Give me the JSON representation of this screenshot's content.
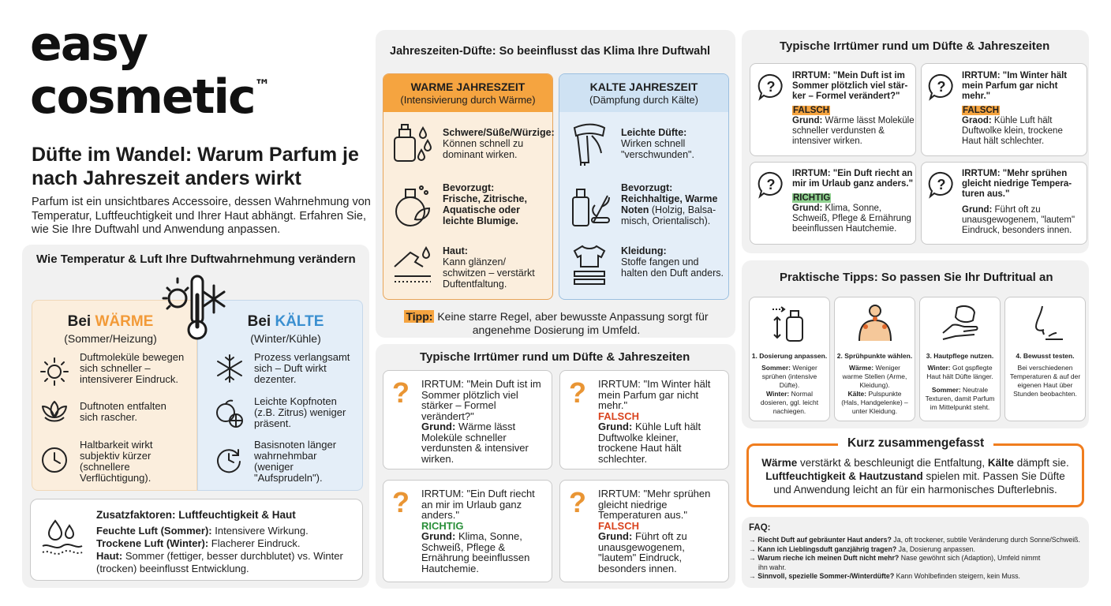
{
  "brand": {
    "line1": "easy",
    "line2": "cosmetic",
    "tm": "™"
  },
  "intro": {
    "title_line1": "Düfte im Wandel: Warum Parfum je",
    "title_line2": "nach Jahreszeit anders wirkt",
    "lead_line1": "Parfum ist ein unsichtbares Accessoire, dessen Wahrnehmung von",
    "lead_line2": "Temperatur, Luftfeuchtigkeit und Ihrer Haut abhängt. Erfahren Sie,",
    "lead_line3": "wie Sie Ihre Duftwahl und Anwendung anpassen."
  },
  "temperature": {
    "title": "Wie Temperatur & Luft Ihre Duftwahrnehmung verändern",
    "warm": {
      "prefix": "Bei ",
      "word": "WÄRME",
      "sub": "(Sommer/Heizung)",
      "items": [
        {
          "l1": "Duftmoleküle bewegen",
          "l2": "sich schneller –",
          "l3": "intensiverer Eindruck.",
          "l4": ""
        },
        {
          "l1": "Duftnoten entfalten",
          "l2": "sich rascher.",
          "l3": "",
          "l4": ""
        },
        {
          "l1": "Haltbarkeit wirkt",
          "l2": "subjektiv kürzer",
          "l3": "(schnellere",
          "l4": "Verflüchtigung)."
        }
      ]
    },
    "cold": {
      "prefix": "Bei ",
      "word": "KÄLTE",
      "sub": "(Winter/Kühle)",
      "items": [
        {
          "l1": "Prozess verlangsamt",
          "l2": "sich – Duft wirkt",
          "l3": "dezenter.",
          "l4": ""
        },
        {
          "l1": "Leichte Kopfnoten",
          "l2": "(z.B. Zitrus) weniger",
          "l3": "präsent.",
          "l4": ""
        },
        {
          "l1": "Basisnoten länger",
          "l2": "wahrnehmbar",
          "l3": "(weniger",
          "l4": "\"Aufsprudeln\")."
        }
      ]
    }
  },
  "zusatz": {
    "title": "Zusatzfaktoren: Luftfeuchtigkeit & Haut",
    "r1_b": "Feuchte Luft (Sommer):",
    "r1_t": " Intensivere Wirkung.",
    "r2_b": "Trockene Luft (Winter):",
    "r2_t": " Flacherer Eindruck.",
    "r3_b": "Haut:",
    "r3_t": " Sommer (fettiger, besser durchblutet) vs. Winter",
    "r3_t2": "(trocken) beeinflusst Entwicklung."
  },
  "seasons": {
    "title": "Jahreszeiten-Düfte: So beeinflusst das Klima Ihre Duftwahl",
    "warm": {
      "head": "WARME JAHRESZEIT",
      "sub": "(Intensivierung durch Wärme)",
      "i1_b": "Schwere/Süße/Würzige:",
      "i1_l2": "Können schnell zu",
      "i1_l3": "dominant wirken.",
      "i2_b": "Bevorzugt:",
      "i2_l2": "Frische, Zitrische,",
      "i2_l3": "Aquatische oder",
      "i2_l4": "leichte Blumige.",
      "i3_b": "Haut:",
      "i3_l2": "Kann glänzen/",
      "i3_l3": "schwitzen – verstärkt",
      "i3_l4": "Duftentfaltung."
    },
    "cold": {
      "head": "KALTE JAHRESZEIT",
      "sub": "(Dämpfung durch Kälte)",
      "i1_b": "Leichte Düfte:",
      "i1_l2": "Wirken schnell",
      "i1_l3": "\"verschwunden\".",
      "i2_b": "Bevorzugt:",
      "i2_l2": "Reichhaltige, Warme",
      "i2_l3b": "Noten",
      "i2_l3": " (Holzig, Balsa-",
      "i2_l4": "misch, Orientalisch).",
      "i3_b": "Kleidung:",
      "i3_l2": "Stoffe fangen und",
      "i3_l3": "halten den Duft anders."
    },
    "tip_label": "Tipp:",
    "tip_l1": " Keine starre Regel, aber bewusste Anpassung sorgt für",
    "tip_l2": "angenehme Dosierung im Umfeld."
  },
  "myths_mid": {
    "title": "Typische Irrtümer rund um Düfte & Jahreszeiten",
    "cards": [
      {
        "lines": [
          "IRRTUM: \"Mein Duft ist im",
          "Sommer plötzlich viel",
          "stärker – Formel",
          "verändert?\""
        ],
        "verdict": "",
        "grund_b": "Grund:",
        "grund_lines": [
          " Wärme lässt",
          "Moleküle schneller",
          "verdunsten & intensiver",
          "wirken."
        ]
      },
      {
        "lines": [
          "IRRTUM: \"Im Winter hält",
          "mein Parfum gar nicht",
          "mehr.\""
        ],
        "verdict": "FALSCH",
        "grund_b": "Grund:",
        "grund_lines": [
          " Kühle Luft hält",
          "Duftwolke kleiner,",
          "trockene Haut hält",
          "schlechter."
        ]
      },
      {
        "lines": [
          "IRRTUM: \"Ein Duft riecht",
          "an mir im Urlaub ganz",
          "anders.\""
        ],
        "verdict": "RICHTIG",
        "grund_b": "Grund:",
        "grund_lines": [
          " Klima, Sonne,",
          "Schweiß, Pflege &",
          "Ernährung beeinflussen",
          "Hautchemie."
        ]
      },
      {
        "lines": [
          "IRRTUM: \"Mehr sprühen",
          "gleicht niedrige",
          "Temperaturen aus.\""
        ],
        "verdict": "FALSCH",
        "grund_b": "Grund:",
        "grund_lines": [
          " Führt oft zu",
          "unausgewogenem,",
          "\"lautem\" Eindruck,",
          "besonders innen."
        ]
      }
    ]
  },
  "myths_right": {
    "title": "Typische Irrtümer rund um Düfte & Jahreszeiten",
    "cards": [
      {
        "lines": [
          "IRRTUM: \"Mein Duft ist im",
          "Sommer plötzlich viel stär-",
          "ker – Formel verändert?\""
        ],
        "verdict": "FALSCH",
        "grund_b": "Grund:",
        "grund_lines": [
          " Wärme lässt Moleküle",
          "schneller verdunsten &",
          "intensiver wirken."
        ]
      },
      {
        "lines": [
          "IRRTUM: \"Im Winter hält",
          "mein Parfum gar nicht",
          "mehr.\""
        ],
        "verdict": "FALSCH",
        "grund_b": "Graod:",
        "grund_lines": [
          " Kühle Luft hält",
          "Duftwolke klein, trockene",
          "Haut hält schlechter."
        ]
      },
      {
        "lines": [
          "IRRTUM: \"Ein Duft riecht an",
          "mir im Urlaub ganz anders.\""
        ],
        "verdict": "RICHTIG",
        "grund_b": "Grund:",
        "grund_lines": [
          " Klima, Sonne,",
          "Schweiß, Pflege & Ernährung",
          "beeinflussen Hautchemie."
        ]
      },
      {
        "lines": [
          "IRRTUM: \"Mehr sprühen",
          "gleicht niedrige Tempera-",
          "turen aus.\""
        ],
        "verdict": "",
        "grund_b": "Grund:",
        "grund_lines": [
          " Führt oft zu",
          "unausgewogenem, \"lautem\"",
          "Eindruck, besonders innen."
        ]
      }
    ]
  },
  "tips": {
    "title": "Praktische Tipps: So passen Sie Ihr Duftritual an",
    "cards": [
      {
        "title": "1. Dosierung anpassen.",
        "lines": [
          [
            "Sommer:",
            " Weniger"
          ],
          [
            "",
            "sprühen (intensive"
          ],
          [
            "",
            "Düfte)."
          ],
          [
            "Winter:",
            " Normal"
          ],
          [
            "",
            "dosieren, ggl. leicht"
          ],
          [
            "",
            "nachiegen."
          ]
        ]
      },
      {
        "title": "2. Sprühpunkte wählen.",
        "lines": [
          [
            "Wärme:",
            " Weniger"
          ],
          [
            "",
            "warme Stellen (Arme,"
          ],
          [
            "",
            "Kleidung)."
          ],
          [
            "Kälte:",
            " Pulspunkte"
          ],
          [
            "",
            "(Hals, Handgelenke) –"
          ],
          [
            "",
            "unter Kleidung."
          ]
        ]
      },
      {
        "title": "3. Hautpflege nutzen.",
        "lines": [
          [
            "Winter:",
            " Got gspflegte"
          ],
          [
            "",
            "Haut hält Düfte länger."
          ],
          [
            "",
            ""
          ],
          [
            "Sommer:",
            " Neutrale"
          ],
          [
            "",
            "Texturen, damit Parfum"
          ],
          [
            "",
            "im Mittelpunkt steht."
          ]
        ]
      },
      {
        "title": "4. Bewusst testen.",
        "lines": [
          [
            "",
            "Bei verschiedenen"
          ],
          [
            "",
            "Temperaturen & auf der"
          ],
          [
            "",
            "eigenen Haut über"
          ],
          [
            "",
            "Stunden beobachten."
          ]
        ]
      }
    ]
  },
  "summary": {
    "title": "Kurz zusammengefasst",
    "l1_a": "Wärme",
    "l1_b": " verstärkt & beschleunigt die Entfaltung, ",
    "l1_c": "Kälte",
    "l1_d": " dämpft sie.",
    "l2_a": "Luftfeuchtigkeit & Hautzustand",
    "l2_b": " spielen mit. Passen Sie Düfte",
    "l3": "und Anwendung leicht an für ein harmonisches Dufterlebnis."
  },
  "faq": {
    "title": "FAQ:",
    "items": [
      {
        "q": "Riecht Duft auf gebräunter Haut anders?",
        "a": " Ja, oft trockener, subtile Veränderung durch Sonne/Schweiß.",
        "a2": ""
      },
      {
        "q": "Kann ich Lieblingsduft ganzjährig tragen?",
        "a": " Ja, Dosierung anpassen.",
        "a2": ""
      },
      {
        "q": "Warum rieche ich meinen Duft nicht mehr?",
        "a": " Nase gewöhnt sich (Adaption), Umfeld nimmt",
        "a2": "ihn wahr."
      },
      {
        "q": "Sinnvoll, spezielle Sommer-/Winterdüfte?",
        "a": " Kann Wohlbefinden steigern, kein Muss.",
        "a2": ""
      }
    ]
  },
  "colors": {
    "warm": "#f29a38",
    "cold": "#3a8fd0",
    "red": "#d9431e",
    "green": "#2a8f3a",
    "orange_border": "#f07d1e"
  }
}
